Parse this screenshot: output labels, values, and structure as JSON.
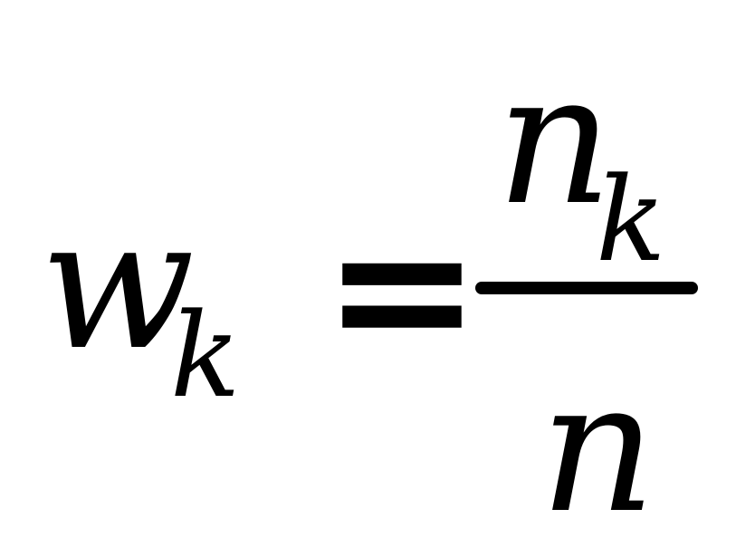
{
  "formula": {
    "lhs": {
      "base": "w",
      "subscript": "k"
    },
    "relation": "=",
    "fraction": {
      "numerator": {
        "base": "n",
        "subscript": "k"
      },
      "denominator": {
        "base": "n"
      }
    }
  }
}
